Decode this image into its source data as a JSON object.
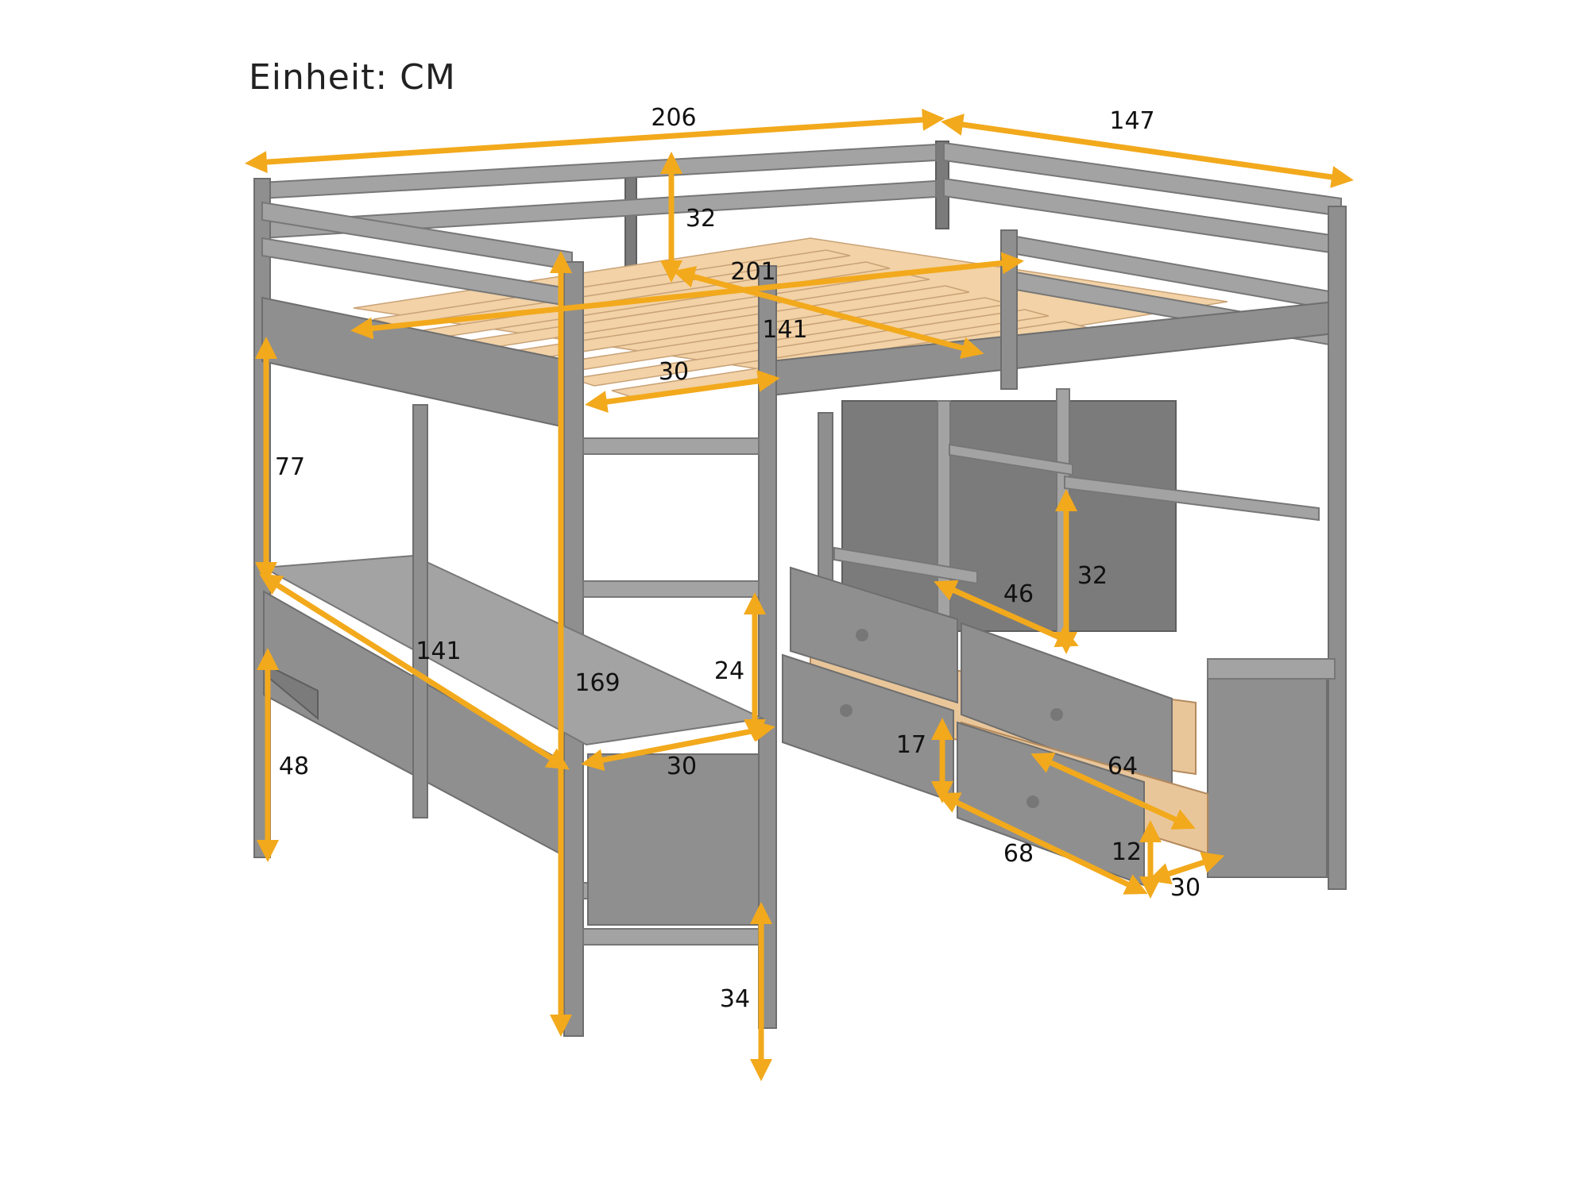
{
  "title": "Einheit: CM",
  "arrow_color": "#f2a91c",
  "frame_color": "#8f8f8f",
  "slat_color": "#f2d2a6",
  "dimensions": {
    "bed_length": "206",
    "bed_width": "147",
    "guardrail_height": "32",
    "inner_length": "201",
    "inner_width": "141",
    "ladder_gap": "30",
    "under_bed_height": "77",
    "desk_length": "141",
    "desk_height": "48",
    "total_height": "169",
    "ladder_step": "24",
    "desk_depth": "30",
    "bottom_gap": "34",
    "shelf_width": "46",
    "shelf_height": "32",
    "drawer_height": "17",
    "drawer_length": "64",
    "cabinet_length": "68",
    "drawer_box_height": "12",
    "cabinet_depth": "30"
  }
}
